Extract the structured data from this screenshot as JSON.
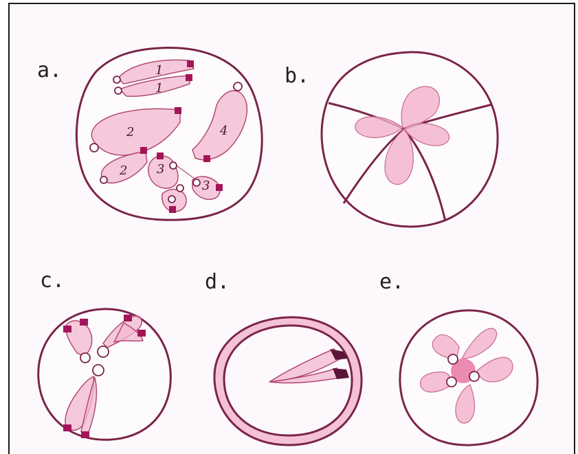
{
  "panels": {
    "a": {
      "label": "a.",
      "chromosome_numbers": [
        "1",
        "1",
        "2",
        "2",
        "3",
        "3",
        "4"
      ]
    },
    "b": {
      "label": "b."
    },
    "c": {
      "label": "c."
    },
    "d": {
      "label": "d."
    },
    "e": {
      "label": "e."
    }
  },
  "colors": {
    "cell_outline": "#7a2448",
    "chromosome_fill": "#f2b8cf",
    "kinetochore": "#a3155a",
    "frame": "#1a1a1a"
  }
}
